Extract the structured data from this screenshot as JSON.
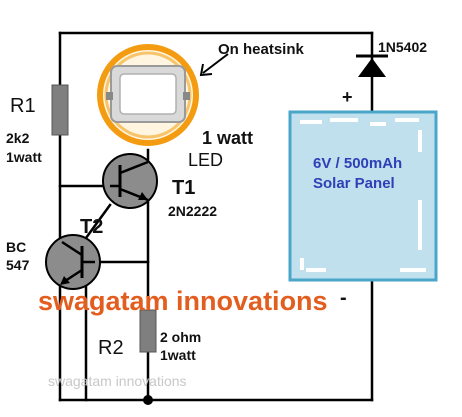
{
  "labels": {
    "heatsink": "On heatsink",
    "diode": "1N5402",
    "plus": "+",
    "minus": "-",
    "r1_name": "R1",
    "r1_value": "2k2",
    "r1_power": "1watt",
    "led_power": "1 watt",
    "led_name": "LED",
    "t1_name": "T1",
    "t1_part": "2N2222",
    "t2_name": "T2",
    "t2_part_line1": "BC",
    "t2_part_line2": "547",
    "r2_name": "R2",
    "r2_value": "2 ohm",
    "r2_power": "1watt",
    "panel_line1": "6V / 500mAh",
    "panel_line2": "Solar Panel"
  },
  "watermark": {
    "main": "swagatam innovations",
    "faint": "swagatam innovations"
  },
  "colors": {
    "wire": "#000000",
    "resistor": "#7f7f7f",
    "transistor": "#8c8c8c",
    "led_ring": "#f39c12",
    "panel_fill": "#bfe0ec",
    "panel_border": "#4aa6c8",
    "panel_text": "#2e3fb8",
    "watermark": "#e35d1e",
    "faint_watermark": "#c8c8c8"
  }
}
